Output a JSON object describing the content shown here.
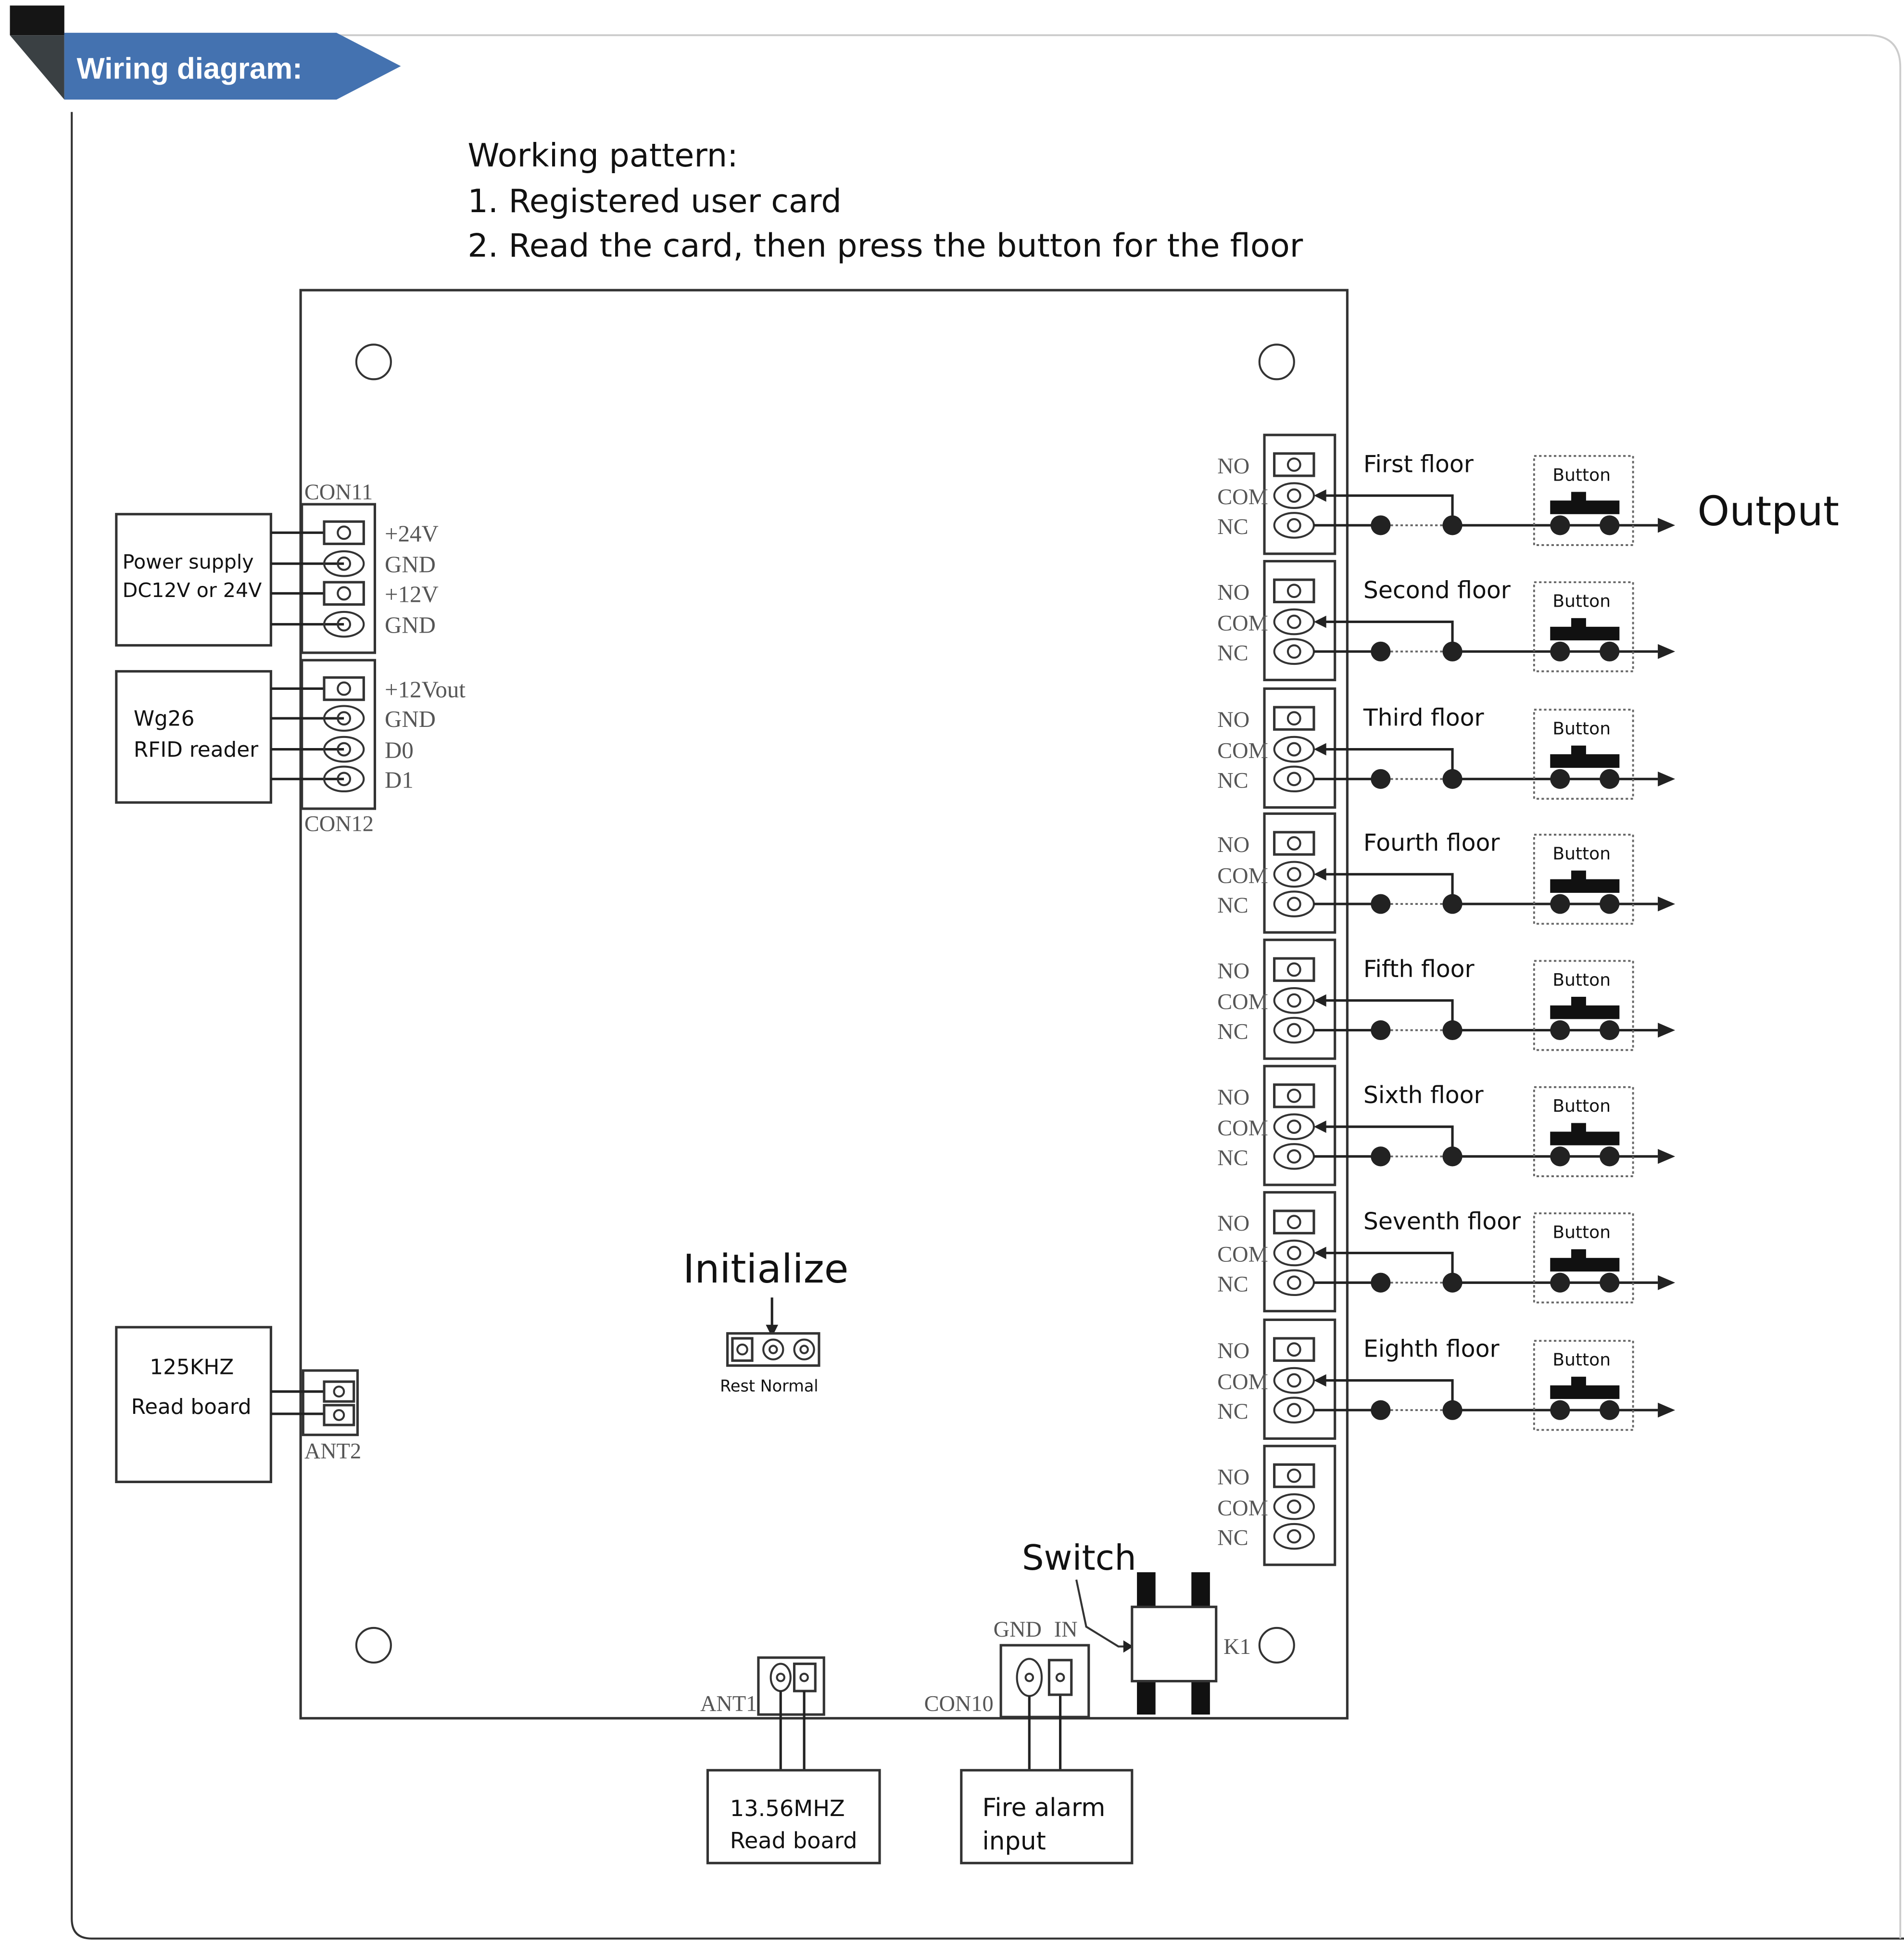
{
  "banner": {
    "title": "Wiring diagram:",
    "color": "#4472b0"
  },
  "working_pattern": {
    "heading": "Working pattern:",
    "steps": [
      "1.  Registered user card",
      "2. Read the card, then press the button for the floor"
    ]
  },
  "con11": {
    "label": "CON11",
    "pins": [
      "+24V",
      "GND",
      "+12V",
      "GND"
    ],
    "device": [
      "Power supply",
      "DC12V or 24V"
    ]
  },
  "con12": {
    "label": "CON12",
    "pins": [
      "+12Vout",
      "GND",
      "D0",
      "D1"
    ],
    "device": [
      "Wg26",
      "RFID reader"
    ]
  },
  "ant2": {
    "label": "ANT2",
    "device": [
      "125KHZ",
      "Read board"
    ]
  },
  "ant1": {
    "label": "ANT1",
    "device": [
      "13.56MHZ",
      "Read board"
    ]
  },
  "con10": {
    "label": "CON10",
    "pins": [
      "GND",
      "IN"
    ],
    "device": [
      "Fire alarm",
      "input"
    ]
  },
  "switch": {
    "label": "Switch",
    "ref": "K1"
  },
  "initialize": {
    "label": "Initialize",
    "positions": "Rest   Normal"
  },
  "relay_pins": [
    "NO",
    "COM",
    "NC"
  ],
  "button_label": "Button",
  "output_label": "Output",
  "floors": [
    "First floor",
    "Second  floor",
    "Third  floor",
    "Fourth  floor",
    "Fifth  floor",
    "Sixth floor",
    "Seventh  floor",
    "Eighth  floor"
  ]
}
